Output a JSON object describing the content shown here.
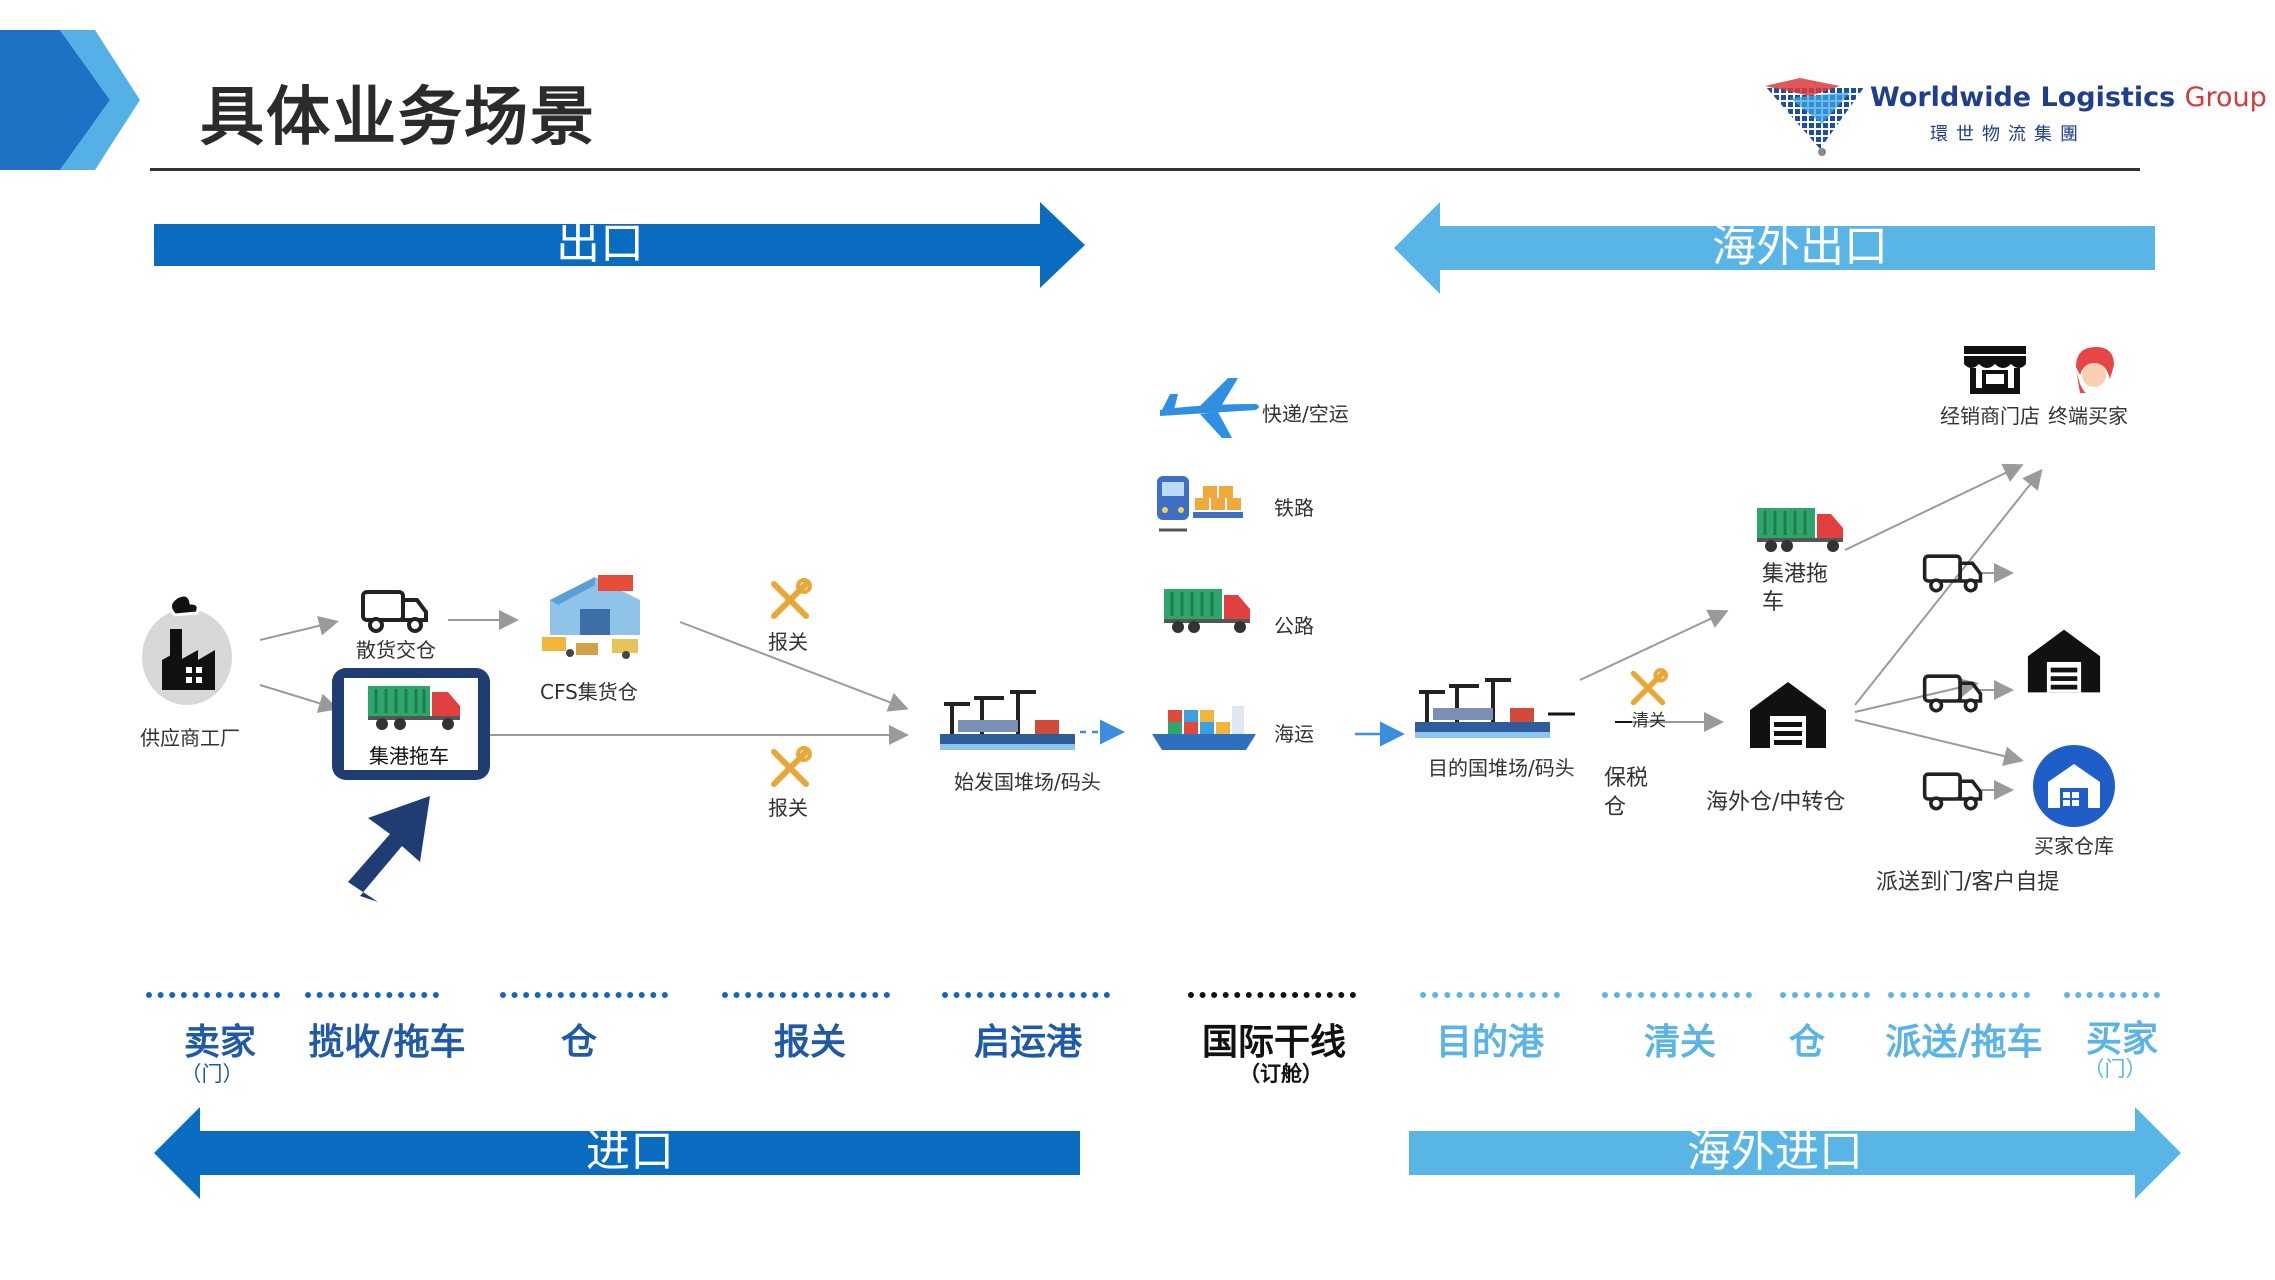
{
  "title": "具体业务场景",
  "logo": {
    "name": "Worldwide Logistics",
    "group": "Group",
    "chinese": "環世物流集團"
  },
  "bands": {
    "export": "出口",
    "overseas_export": "海外出口",
    "import": "进口",
    "overseas_import": "海外进口"
  },
  "nodes": {
    "supplier": "供应商工厂",
    "bulk": "散货交仓",
    "cfs": "CFS集货仓",
    "truck_main": "集港拖车",
    "customs1": "报关",
    "customs2": "报关",
    "origin_port": "始发国堆场/码头",
    "air": "快递/空运",
    "rail": "铁路",
    "road": "公路",
    "sea": "海运",
    "dest_port": "目的国堆场/码头",
    "clear": "清关",
    "bonded": "保税仓",
    "overseas_wh": "海外仓/中转仓",
    "truck_dest_a": "集港拖",
    "truck_dest_b": "车",
    "dealer": "经销商门店",
    "end_buyer": "终端买家",
    "buyer_wh": "买家仓库",
    "delivery": "派送到门/客户自提"
  },
  "stages": [
    {
      "label": "卖家",
      "sub": "（门）"
    },
    {
      "label": "揽收/拖车",
      "sub": ""
    },
    {
      "label": "仓",
      "sub": ""
    },
    {
      "label": "报关",
      "sub": ""
    },
    {
      "label": "启运港",
      "sub": ""
    },
    {
      "label": "国际干线",
      "sub": "（订舱）"
    },
    {
      "label": "目的港",
      "sub": ""
    },
    {
      "label": "清关",
      "sub": ""
    },
    {
      "label": "仓",
      "sub": ""
    },
    {
      "label": "派送/拖车",
      "sub": ""
    },
    {
      "label": "买家",
      "sub": "（门）"
    }
  ],
  "colors": {
    "dark_blue": "#0a6cc0",
    "light_blue": "#58b5e6",
    "navy": "#1f3c73"
  }
}
